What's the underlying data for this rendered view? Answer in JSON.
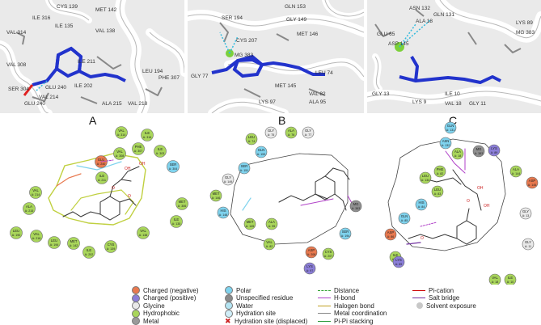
{
  "panels": [
    {
      "label": "A",
      "residues": [
        "CYS 139",
        "ILE 316",
        "MET 142",
        "VAL 314",
        "ILE 135",
        "VAL 138",
        "VAL 308",
        "ILE 211",
        "ILE 202",
        "LEU 194",
        "PHE 307",
        "SER 304",
        "GLU 240",
        "VAL 214",
        "ALA 215",
        "VAL 218"
      ]
    },
    {
      "label": "B",
      "residues": [
        "GLN 153",
        "SER 194",
        "GLY 149",
        "CYS 207",
        "MET 146",
        "MG 383",
        "LEU 74",
        "GLY 77",
        "MET 145",
        "LYS 97",
        "VAL 82",
        "ALA 95"
      ]
    },
    {
      "label": "C",
      "residues": [
        "ASN 132",
        "GLN 131",
        "ALA 18",
        "ASP 145",
        "MG 383",
        "LYS 89",
        "GLU 65",
        "GLY 13",
        "LYS 9",
        "ILE 10",
        "VAL 18",
        "GLY 11"
      ]
    }
  ],
  "diagram_residues": {
    "A": [
      {
        "label": "VAL",
        "sub": "A: 314",
        "cls": "hyd"
      },
      {
        "label": "ILE",
        "sub": "A: 316",
        "cls": "hyd"
      },
      {
        "label": "PHE",
        "sub": "A: 307",
        "cls": "hyd"
      },
      {
        "label": "VAL",
        "sub": "A: 308",
        "cls": "hyd"
      },
      {
        "label": "ILE",
        "sub": "A: 303",
        "cls": "hyd"
      },
      {
        "label": "SER",
        "sub": "A: 304",
        "cls": "pol"
      },
      {
        "label": "GLU",
        "sub": "A: 240",
        "cls": "neg"
      },
      {
        "label": "ILE",
        "sub": "A: 211",
        "cls": "hyd"
      },
      {
        "label": "VAL",
        "sub": "A: 214",
        "cls": "hyd"
      },
      {
        "label": "ALA",
        "sub": "A: 215",
        "cls": "hyd"
      },
      {
        "label": "LEU",
        "sub": "A: 190",
        "cls": "hyd"
      },
      {
        "label": "VAL",
        "sub": "A: 218",
        "cls": "hyd"
      },
      {
        "label": "LEU",
        "sub": "A: 194",
        "cls": "hyd"
      },
      {
        "label": "MET",
        "sub": "A: 142",
        "cls": "hyd"
      },
      {
        "label": "ILE",
        "sub": "A: 202",
        "cls": "hyd"
      },
      {
        "label": "CYS",
        "sub": "A: 139",
        "cls": "hyd"
      },
      {
        "label": "VAL",
        "sub": "A: 138",
        "cls": "hyd"
      },
      {
        "label": "ILE",
        "sub": "A: 135",
        "cls": "hyd"
      },
      {
        "label": "MET",
        "sub": "A: 306",
        "cls": "hyd"
      }
    ],
    "B": [
      {
        "label": "LEU",
        "sub": "A: 74",
        "cls": "hyd"
      },
      {
        "label": "GLY",
        "sub": "A: 75",
        "cls": "gly"
      },
      {
        "label": "ALA",
        "sub": "A: 76",
        "cls": "hyd"
      },
      {
        "label": "GLY",
        "sub": "A: 77",
        "cls": "gly"
      },
      {
        "label": "GLN",
        "sub": "A: 153",
        "cls": "pol"
      },
      {
        "label": "SER",
        "sub": "A: 151",
        "cls": "pol"
      },
      {
        "label": "GLY",
        "sub": "A: 149",
        "cls": "gly"
      },
      {
        "label": "MET",
        "sub": "A: 146",
        "cls": "hyd"
      },
      {
        "label": "HIS",
        "sub": "A: 148",
        "cls": "pol"
      },
      {
        "label": "MET",
        "sub": "A: 145",
        "cls": "hyd"
      },
      {
        "label": "ALA",
        "sub": "A: 95",
        "cls": "hyd"
      },
      {
        "label": "VAL",
        "sub": "A: 82",
        "cls": "hyd"
      },
      {
        "label": "LYS",
        "sub": "A: 97",
        "cls": "pos"
      },
      {
        "label": "ASP",
        "sub": "A: 208",
        "cls": "neg"
      },
      {
        "label": "CYS",
        "sub": "A: 207",
        "cls": "hyd"
      },
      {
        "label": "SER",
        "sub": "A: 194",
        "cls": "pol"
      },
      {
        "label": "MG",
        "sub": "A: 383",
        "cls": "met"
      }
    ],
    "C": [
      {
        "label": "GLN",
        "sub": "A: 131",
        "cls": "pol"
      },
      {
        "label": "ASN",
        "sub": "A: 132",
        "cls": "pol"
      },
      {
        "label": "ALA",
        "sub": "A: 18",
        "cls": "hyd"
      },
      {
        "label": "MG",
        "sub": "A: 383",
        "cls": "met"
      },
      {
        "label": "LYS",
        "sub": "A: 89",
        "cls": "pos"
      },
      {
        "label": "PHE",
        "sub": "A: 82",
        "cls": "hyd"
      },
      {
        "label": "LEU",
        "sub": "A: 134",
        "cls": "hyd"
      },
      {
        "label": "LEU",
        "sub": "A: 83",
        "cls": "hyd"
      },
      {
        "label": "HIS",
        "sub": "A: 84",
        "cls": "pol"
      },
      {
        "label": "GLN",
        "sub": "A: 85",
        "cls": "pol"
      },
      {
        "label": "ASP",
        "sub": "A: 86",
        "cls": "neg"
      },
      {
        "label": "ILE",
        "sub": "A: 10",
        "cls": "hyd"
      },
      {
        "label": "LYS",
        "sub": "A: 89",
        "cls": "pos"
      },
      {
        "label": "ALA",
        "sub": "A: 144",
        "cls": "hyd"
      },
      {
        "label": "ASP",
        "sub": "A: 145",
        "cls": "neg"
      },
      {
        "label": "GLY",
        "sub": "A: 13",
        "cls": "gly"
      },
      {
        "label": "GLY",
        "sub": "A: 11",
        "cls": "gly"
      },
      {
        "label": "VAL",
        "sub": "A: 18",
        "cls": "hyd"
      },
      {
        "label": "ILE",
        "sub": "A: 10",
        "cls": "hyd"
      }
    ]
  },
  "ligand_atoms": [
    "OH",
    "OH",
    "O",
    "O"
  ],
  "colors": {
    "neg": "#e8794f",
    "pos": "#8b7ed8",
    "gly": "#e9e9e9",
    "hyd": "#a9d65b",
    "met": "#8f8f8f",
    "pol": "#7fd3ee",
    "uns": "#8a8a8a",
    "wat": "#b4e4f2",
    "panel_bg": "#eaeaea",
    "ligand": "#2233cc",
    "hbond": "#b040c8",
    "salt": "#7030a0",
    "pication": "#cc0000",
    "pipi": "#2a9a3a",
    "metal": "#8888aa"
  },
  "legend": {
    "col1": [
      {
        "text": "Charged (negative)",
        "color": "#e8794f"
      },
      {
        "text": "Charged (positive)",
        "color": "#8b7ed8"
      },
      {
        "text": "Glycine",
        "color": "#e9e9e9"
      },
      {
        "text": "Hydrophobic",
        "color": "#a9d65b"
      },
      {
        "text": "Metal",
        "color": "#9a9a9a"
      }
    ],
    "col2": [
      {
        "text": "Polar",
        "color": "#7fd3ee"
      },
      {
        "text": "Unspecified residue",
        "color": "#8a8a8a"
      },
      {
        "text": "Water",
        "color": "#b4e4f2"
      },
      {
        "text": "Hydration site",
        "color": "#d0eef8"
      },
      {
        "text": "Hydration site (displaced)",
        "color": "#cc2222"
      }
    ],
    "col3": [
      {
        "text": "Distance",
        "color": "#30a030"
      },
      {
        "text": "H-bond",
        "color": "#b040c8"
      },
      {
        "text": "Halogen bond",
        "color": "#c0a020"
      },
      {
        "text": "Metal coordination",
        "color": "#888888"
      },
      {
        "text": "Pi-Pi stacking",
        "color": "#2a9a3a"
      }
    ],
    "col4": [
      {
        "text": "Pi-cation",
        "color": "#cc0000"
      },
      {
        "text": "Salt bridge",
        "color": "#7030a0"
      },
      {
        "text": "Solvent exposure",
        "color": "#c8c8c8"
      }
    ]
  }
}
